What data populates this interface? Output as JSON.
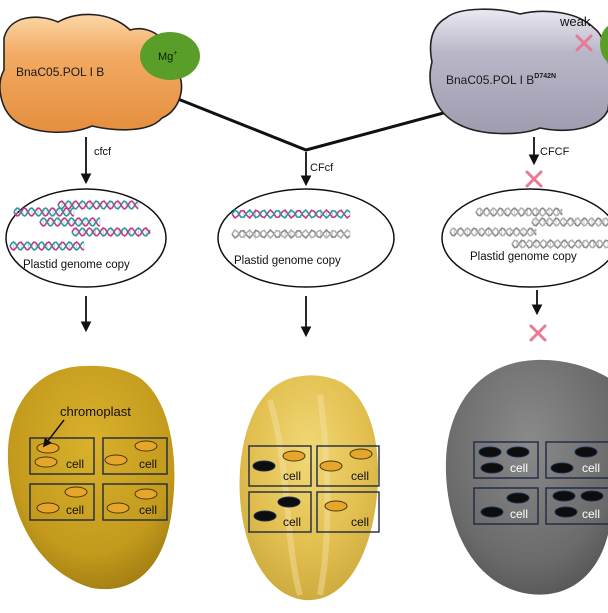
{
  "proteins": {
    "wild_type": {
      "label": "BnaC05.POL I B",
      "cofactor": "Mg",
      "cofactor_charge": "+",
      "color": "#f0a560"
    },
    "mutant": {
      "label": "BnaC05.POL I B",
      "label_superscript": "D742N",
      "weak_label": "weak",
      "color": "#b4b1c3"
    }
  },
  "columns": [
    {
      "genotype": "cfcf",
      "ellipse_label": "Plastid genome copy",
      "dna_state": "abundant",
      "petal_color": "#c89d1c"
    },
    {
      "genotype": "CFcf",
      "ellipse_label": "Plastid genome copy",
      "dna_state": "reduced",
      "petal_color": "#e6c65a"
    },
    {
      "genotype": "CFCF",
      "ellipse_label": "Plastid genome copy",
      "dna_state": "inactive",
      "petal_color": "#6d6d6d"
    }
  ],
  "petal_labels": {
    "chromoplast": "chromoplast",
    "cell": "cell"
  },
  "colors": {
    "inhibit_cross": "#e87a95",
    "dna_magenta": "#c2388d",
    "dna_teal": "#2a9b9b",
    "dna_gray": "#8c8c8c",
    "mg_green": "#5a9e2a",
    "chromoplast_fill": "#e6a52b",
    "cell_border": "#1c2a44"
  }
}
